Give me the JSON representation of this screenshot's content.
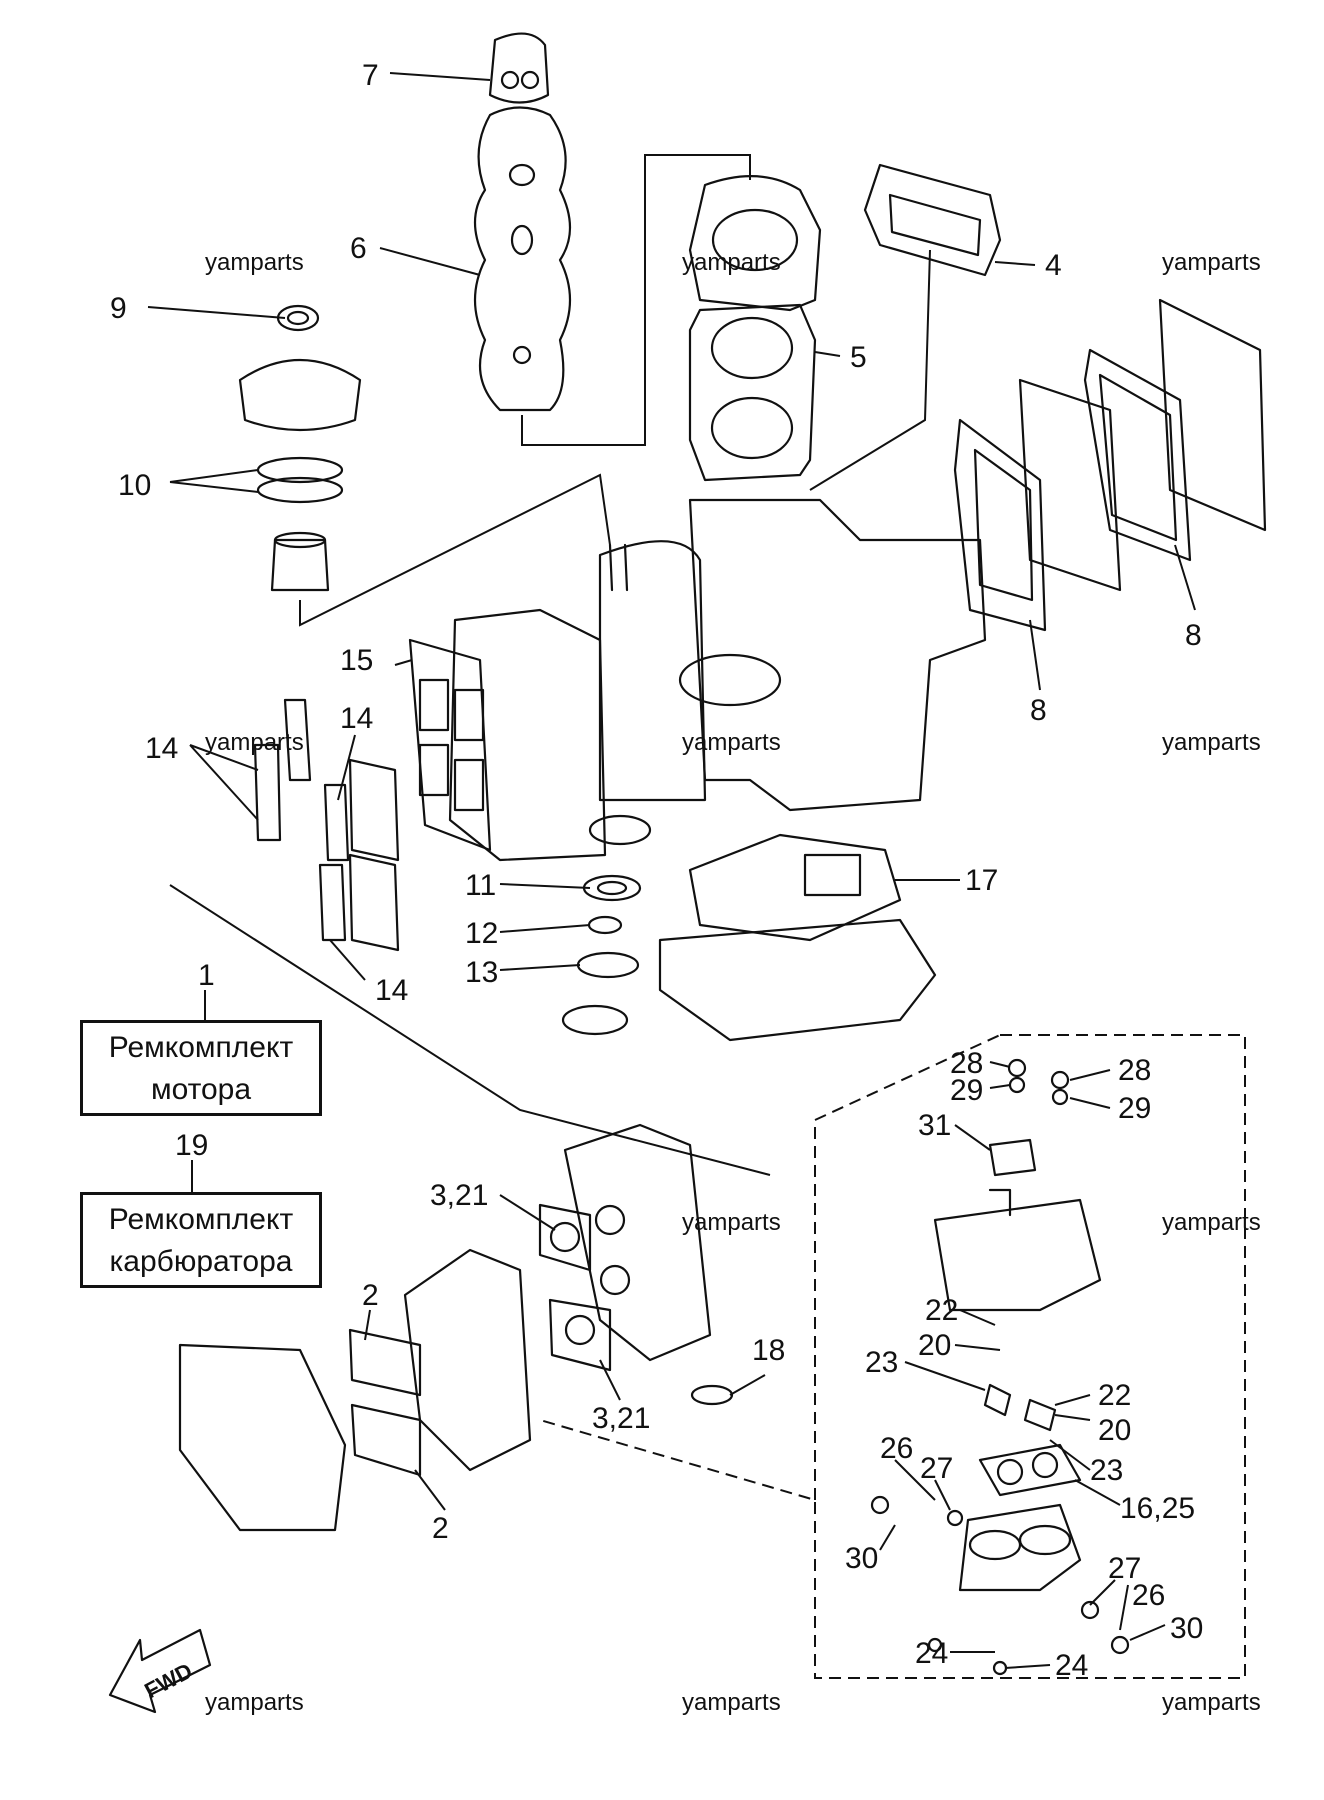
{
  "watermark": "yamparts",
  "kit_labels": {
    "motor_number": "1",
    "motor_line1": "Ремкомплект",
    "motor_line2": "мотора",
    "carb_number": "19",
    "carb_line1": "Ремкомплект",
    "carb_line2": "карбюратора"
  },
  "callouts": {
    "c7": "7",
    "c6": "6",
    "c9": "9",
    "c10": "10",
    "c4": "4",
    "c5": "5",
    "c8a": "8",
    "c8b": "8",
    "c15": "15",
    "c14a": "14",
    "c14b": "14",
    "c14c": "14",
    "c11": "11",
    "c12": "12",
    "c13": "13",
    "c17": "17",
    "c28a": "28",
    "c29a": "29",
    "c28b": "28",
    "c29b": "29",
    "c31": "31",
    "c22a": "22",
    "c20a": "20",
    "c23a": "23",
    "c22b": "22",
    "c20b": "20",
    "c23b": "23",
    "c1625": "16,25",
    "c26a": "26",
    "c27a": "27",
    "c30a": "30",
    "c27b": "27",
    "c26b": "26",
    "c30b": "30",
    "c24a": "24",
    "c24b": "24",
    "c321a": "3,21",
    "c321b": "3,21",
    "c2a": "2",
    "c2b": "2",
    "c18": "18"
  },
  "fwd_label": "FWD"
}
